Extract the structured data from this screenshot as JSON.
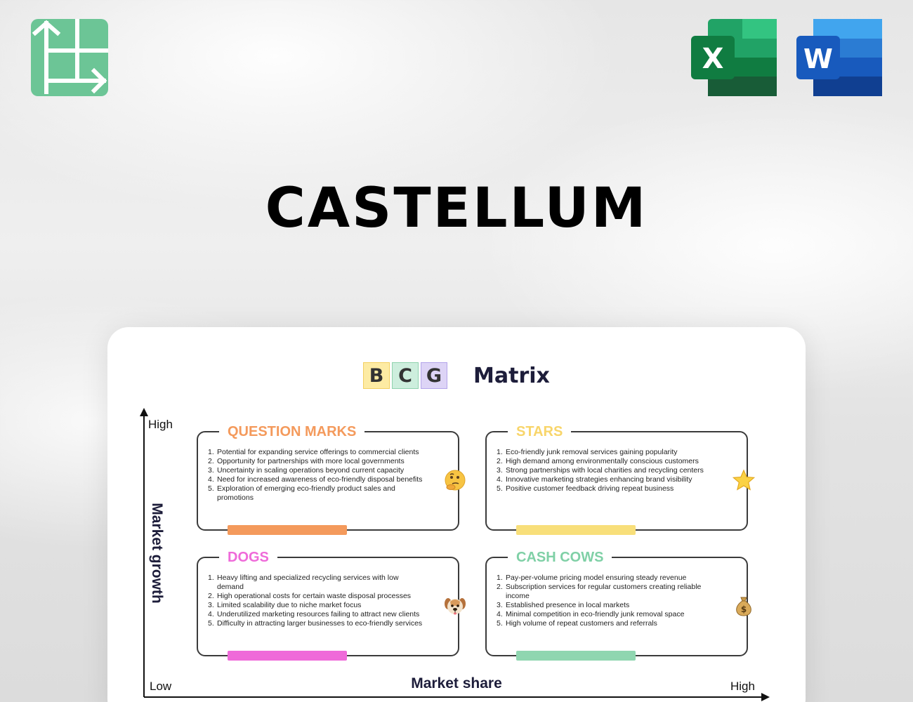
{
  "header": {
    "brand": "CASTELLUM",
    "logo_icon": "grid-arrows-icon",
    "apps": [
      {
        "name": "excel-icon",
        "letter": "X",
        "color": "#1f7a47"
      },
      {
        "name": "word-icon",
        "letter": "W",
        "color": "#1f5bc4"
      }
    ]
  },
  "matrix": {
    "letters": [
      "B",
      "C",
      "G"
    ],
    "title": "Matrix",
    "y_axis": {
      "label": "Market growth",
      "high": "High"
    },
    "x_axis": {
      "label": "Market share",
      "low": "Low",
      "high": "High"
    },
    "quadrants": {
      "question_marks": {
        "title": "QUESTION MARKS",
        "color": "#f49a5c",
        "icon": "thinking-face-icon",
        "items": [
          "Potential for expanding service offerings to commercial clients",
          "Opportunity for partnerships with more local governments",
          "Uncertainty in scaling operations beyond current capacity",
          "Need for increased awareness of eco-friendly disposal benefits",
          "Exploration of emerging eco-friendly product sales and promotions"
        ]
      },
      "stars": {
        "title": "STARS",
        "color": "#f8d56a",
        "icon": "star-icon",
        "items": [
          "Eco-friendly junk removal services gaining popularity",
          "High demand among environmentally conscious customers",
          "Strong partnerships with local charities and recycling centers",
          "Innovative marketing strategies enhancing brand visibility",
          "Positive customer feedback driving repeat business"
        ]
      },
      "dogs": {
        "title": "DOGS",
        "color": "#ef6ad9",
        "icon": "dog-face-icon",
        "items": [
          "Heavy lifting and specialized recycling services with low demand",
          "High operational costs for certain waste disposal processes",
          "Limited scalability due to niche market focus",
          "Underutilized marketing resources failing to attract new clients",
          "Difficulty in attracting larger businesses to eco-friendly services"
        ]
      },
      "cash_cows": {
        "title": "CASH COWS",
        "color": "#7fd0a6",
        "icon": "money-bag-icon",
        "items": [
          "Pay-per-volume pricing model ensuring steady revenue",
          "Subscription services for regular customers creating reliable income",
          "Established presence in local markets",
          "Minimal competition in eco-friendly junk removal space",
          "High volume of repeat customers and referrals"
        ]
      }
    }
  }
}
